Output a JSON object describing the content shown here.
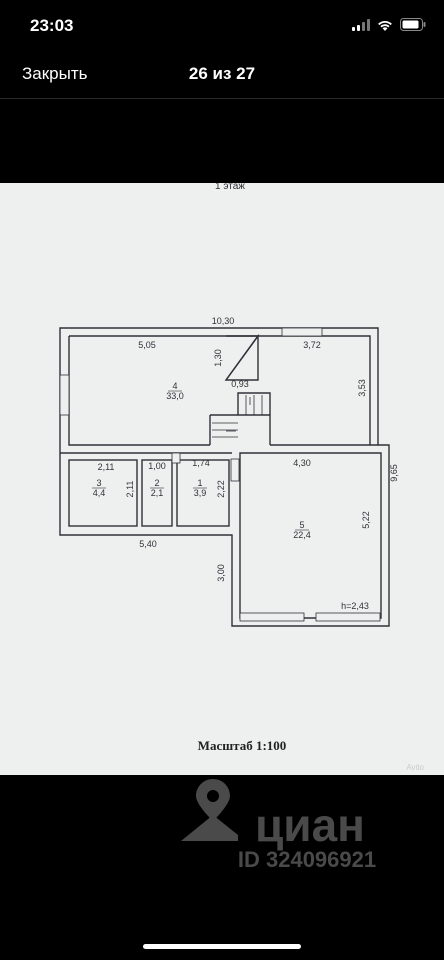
{
  "status": {
    "time": "23:03",
    "icons": [
      "signal-icon",
      "wifi-icon",
      "battery-icon"
    ]
  },
  "nav": {
    "close_label": "Закрыть",
    "counter": "26 из 27"
  },
  "plan": {
    "floor_title": "1 этаж",
    "scale": "Масштаб 1:100",
    "dims": {
      "total_width": "10,30",
      "top_left": "5,05",
      "top_right": "3,72",
      "stair_h": "1,30",
      "stair_w": "0,93",
      "right_room_h": "3,53",
      "total_height": "9,65",
      "r3_w": "2,11",
      "r2_w": "1,00",
      "r1_w": "1,74",
      "r5_w": "4,30",
      "r3_h": "2,11",
      "r1_h": "2,22",
      "r5_h": "5,22",
      "bottom_left": "5,40",
      "lower_h": "3,00",
      "ceiling": "h=2,43"
    },
    "rooms": [
      {
        "num": "4",
        "area": "33,0"
      },
      {
        "num": "3",
        "area": "4,4"
      },
      {
        "num": "2",
        "area": "2,1"
      },
      {
        "num": "1",
        "area": "3,9"
      },
      {
        "num": "5",
        "area": "22,4"
      }
    ],
    "avito": "Avito"
  },
  "watermark": {
    "brand": "циан",
    "listing_id": "ID 324096921"
  },
  "colors": {
    "background": "#000000",
    "paper": "#eef0ef",
    "ink": "#2e3238"
  }
}
